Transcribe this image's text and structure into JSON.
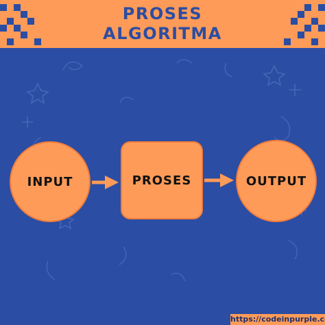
{
  "title": {
    "line1": "PROSES",
    "line2": "ALGORITMA"
  },
  "diagram": {
    "nodes": [
      {
        "id": "input",
        "label": "INPUT",
        "shape": "circle"
      },
      {
        "id": "process",
        "label": "PROSES",
        "shape": "rounded-rect"
      },
      {
        "id": "output",
        "label": "OUTPUT",
        "shape": "circle"
      }
    ],
    "edges": [
      {
        "from": "input",
        "to": "process"
      },
      {
        "from": "process",
        "to": "output"
      }
    ]
  },
  "footer": {
    "url": "https://codeinpurple.com/"
  },
  "colors": {
    "background": "#2B4DA3",
    "accent": "#FE9B58",
    "text_dark": "#111111"
  },
  "icons": [
    "pixel-pattern-icon",
    "star-doodle-icon",
    "swirl-doodle-icon"
  ]
}
